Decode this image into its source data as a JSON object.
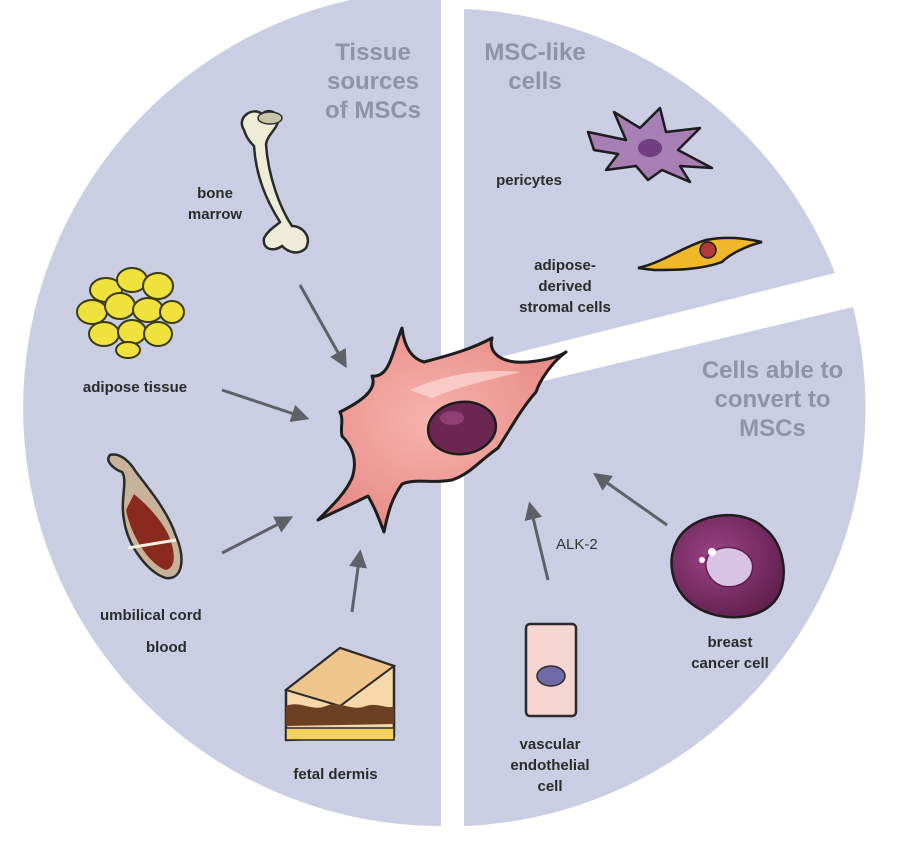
{
  "sections": {
    "tissue_sources": {
      "title_lines": [
        "Tissue",
        "sources",
        "of MSCs"
      ]
    },
    "msc_like": {
      "title_lines": [
        "MSC-like",
        "cells"
      ]
    },
    "convertible": {
      "title_lines": [
        "Cells able to",
        "convert to",
        "MSCs"
      ]
    }
  },
  "labels": {
    "bone_marrow": [
      "bone",
      "marrow"
    ],
    "adipose_tissue": [
      "adipose tissue"
    ],
    "umbilical_cord_blood": [
      "umbilical cord",
      "blood"
    ],
    "fetal_dermis": [
      "fetal dermis"
    ],
    "pericytes": [
      "pericytes"
    ],
    "adipose_derived": [
      "adipose-",
      "derived",
      "stromal cells"
    ],
    "vascular_endothelial": [
      "vascular",
      "endothelial",
      "cell"
    ],
    "breast_cancer": [
      "breast",
      "cancer cell"
    ]
  },
  "arrow_labels": {
    "alk2": "ALK-2"
  },
  "colors": {
    "circle_fill": "#cbcde3",
    "title_text": "#8f92a8",
    "msc_cell": "#ec8d89",
    "msc_nucleus": "#6b2752",
    "arrow": "#5f6068",
    "fat_yellow": "#f0e23c",
    "cancer_purple": "#7d2a65"
  },
  "icons": [
    "msc-cell-icon",
    "bone-icon",
    "fat-cluster-icon",
    "umbilical-cord-icon",
    "skin-section-icon",
    "pericyte-icon",
    "stromal-cell-icon",
    "endothelial-cell-icon",
    "breast-cancer-cell-icon"
  ]
}
